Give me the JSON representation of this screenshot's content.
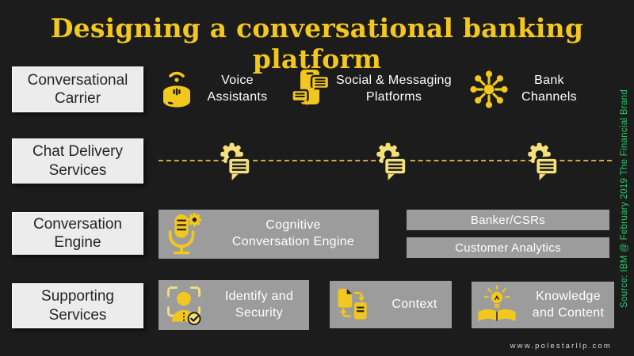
{
  "title": "Designing a conversational banking platform",
  "source_note": "Source: IBM @ February 2019 The Financial Brand",
  "website": "www.polestarllp.com",
  "colors": {
    "background": "#1C1C1C",
    "accent_yellow": "#F2C71E",
    "pale_yellow": "#F6E07A",
    "gray_box": "#9C9C9C",
    "label_box": "#ECECEC",
    "source_green": "#25CB6E",
    "dashed_line": "#C9AD47"
  },
  "row_labels": {
    "carrier": {
      "line1": "Conversational",
      "line2": "Carrier"
    },
    "chat_delivery": {
      "line1": "Chat Delivery",
      "line2": "Services"
    },
    "conversation_engine": {
      "line1": "Conversation",
      "line2": "Engine"
    },
    "supporting": {
      "line1": "Supporting",
      "line2": "Services"
    }
  },
  "carrier_items": [
    {
      "icon": "smart-speaker-icon",
      "line1": "Voice",
      "line2": "Assistants"
    },
    {
      "icon": "phone-chat-icon",
      "line1": "Social & Messaging",
      "line2": "Platforms"
    },
    {
      "icon": "hub-icon",
      "line1": "Bank",
      "line2": "Channels"
    }
  ],
  "chat_delivery_icons": [
    "gear-chat-icon",
    "gear-chat-icon",
    "gear-chat-icon"
  ],
  "engine_row": {
    "cognitive": {
      "icon": "microphone-gear-icon",
      "line1": "Cognitive",
      "line2": "Conversation Engine"
    },
    "banker": "Banker/CSRs",
    "analytics": "Customer Analytics"
  },
  "supporting_items": [
    {
      "icon": "identity-check-icon",
      "line1": "Identify and",
      "line2": "Security"
    },
    {
      "icon": "documents-exchange-icon",
      "line1": "Context",
      "line2": ""
    },
    {
      "icon": "book-idea-icon",
      "line1": "Knowledge",
      "line2": "and Content"
    }
  ]
}
